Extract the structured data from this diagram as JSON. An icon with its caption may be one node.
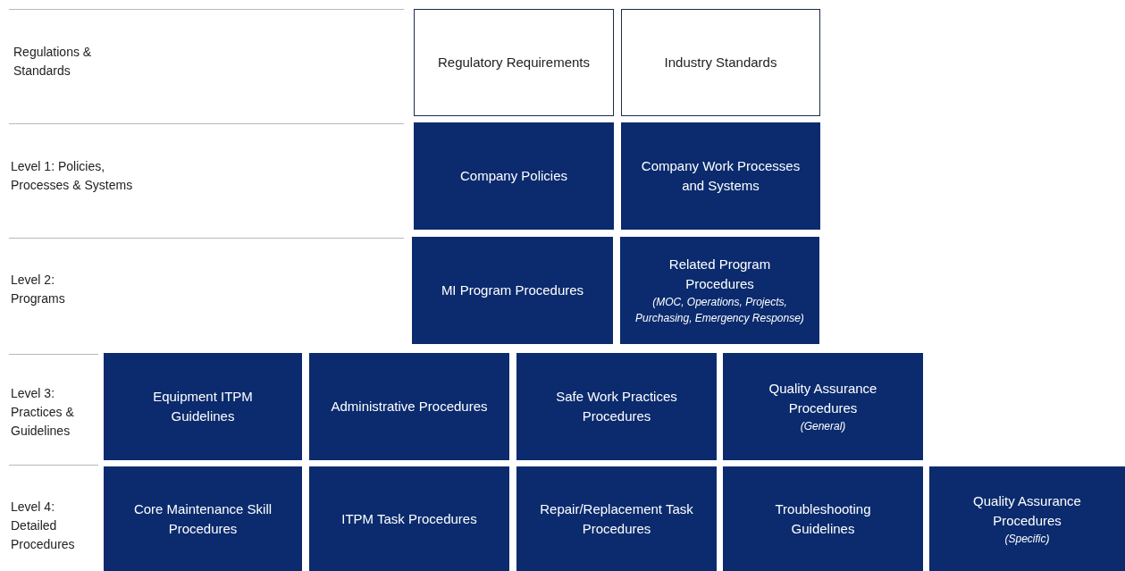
{
  "diagram": {
    "nodes": [
      {
        "text": [
          "Regulatory Requirements"
        ]
      },
      {
        "text": [
          "Industry Standards"
        ]
      },
      {
        "text": [
          "Company Policies"
        ]
      },
      {
        "text": [
          "Company Work Processes and Systems"
        ]
      },
      {
        "text": [
          "MI Program Procedures"
        ]
      },
      {
        "text": [
          "Related Program Procedures",
          "(MOC, Operations, Projects, Purchasing, Emergency Response)"
        ]
      },
      {
        "text": [
          "Equipment ITPM Guidelines"
        ]
      },
      {
        "text": [
          "Administrative Procedures"
        ]
      },
      {
        "text": [
          "Safe Work Practices Procedures"
        ]
      },
      {
        "text": [
          "Quality Assurance Procedures",
          "(General)"
        ]
      },
      {
        "text": [
          "Core Maintenance Skill Procedures"
        ]
      },
      {
        "text": [
          "ITPM Task Procedures"
        ]
      },
      {
        "text": [
          "Repair/Replacement Task Procedures"
        ]
      },
      {
        "text": [
          "Troubleshooting Guidelines"
        ]
      },
      {
        "text": [
          "Quality Assurance Procedures",
          "(Specific)"
        ]
      }
    ],
    "labels": [
      "Regulations & Standards",
      "Level 1: Policies, Processes & Systems",
      "Level 2: Programs",
      "Level 3: Practices & Guidelines",
      "Level 4: Detailed Procedures"
    ]
  }
}
